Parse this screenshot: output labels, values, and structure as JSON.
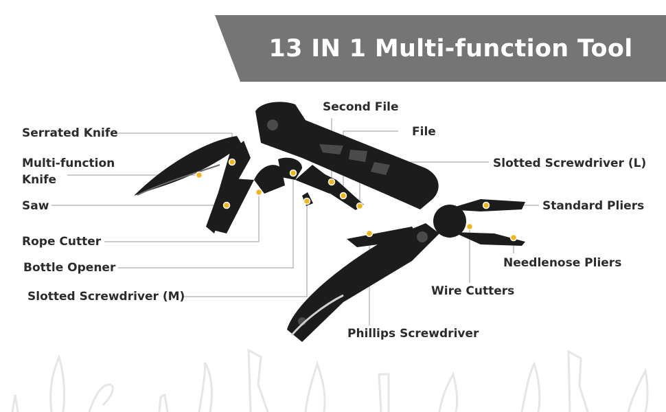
{
  "banner": {
    "title": "13 IN 1 Multi-function Tool"
  },
  "labels": {
    "serrated_knife": "Serrated Knife",
    "multi_function_knife_line1": "Multi-function",
    "multi_function_knife_line2": "Knife",
    "saw": "Saw",
    "rope_cutter": "Rope Cutter",
    "bottle_opener": "Bottle Opener",
    "slotted_screwdriver_m": "Slotted Screwdriver (M)",
    "second_file": "Second File",
    "file": "File",
    "slotted_screwdriver_l": "Slotted Screwdriver (L)",
    "standard_pliers": "Standard Pliers",
    "needlenose_pliers": "Needlenose Pliers",
    "wire_cutters": "Wire Cutters",
    "phillips_screwdriver": "Phillips Screwdriver"
  },
  "colors": {
    "banner": "#757575",
    "tool_body": "#1c1c1c",
    "callout_dot": "#f2b51c",
    "leader_line": "#9a9a9a",
    "text": "#2b2b2b"
  }
}
